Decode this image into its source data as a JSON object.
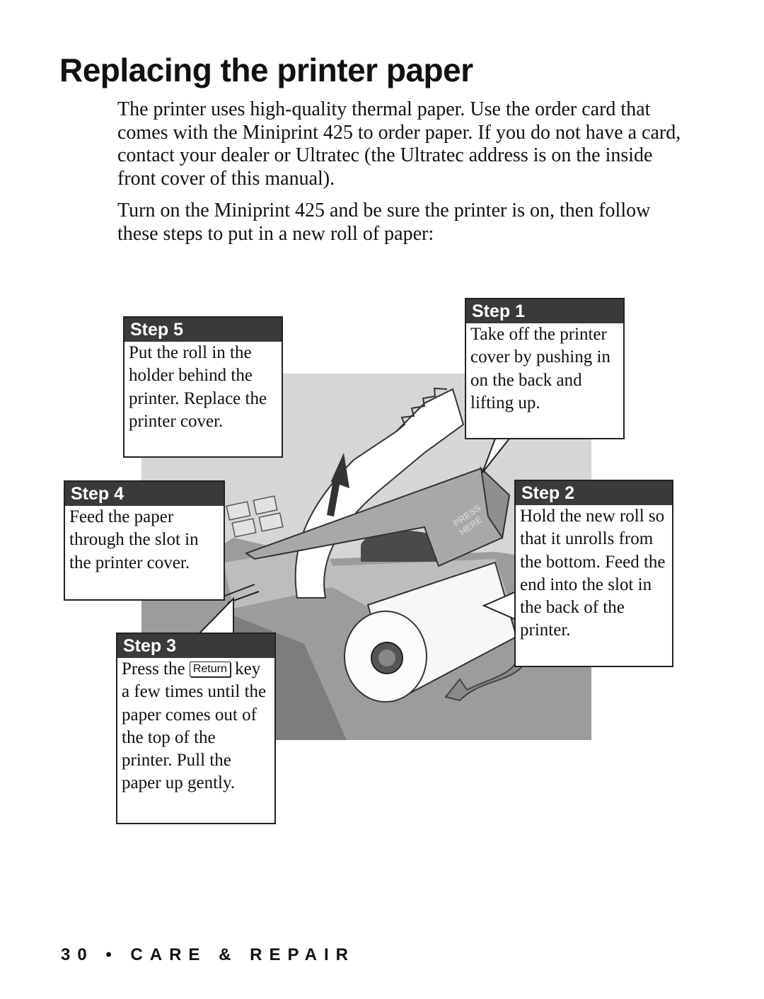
{
  "page": {
    "title": "Replacing the printer paper",
    "paragraphs": [
      "The printer uses high-quality thermal paper. Use the order card that comes with the Miniprint 425 to order paper. If you do not have a card, contact your dealer or Ultratec (the Ultratec address is on the inside front cover of this manual).",
      "Turn on the Miniprint 425 and be sure the printer is on, then follow these steps to put in a new roll of paper:"
    ],
    "footer": "30 • CARE & REPAIR"
  },
  "illustration": {
    "cover_label": "PRESS HERE",
    "colors": {
      "panel": "#d6d6d6",
      "dark": "#4a4a4a",
      "mid": "#9a9a9a",
      "header": "#3a3a3a"
    }
  },
  "steps": {
    "step1": {
      "heading": "Step 1",
      "text": "Take off the printer cover by pushing in on the back and lifting up."
    },
    "step2": {
      "heading": "Step 2",
      "text": "Hold the new roll so that it unrolls from the bottom. Feed the end into the slot in the back of the printer."
    },
    "step3": {
      "heading": "Step 3",
      "text_before": "Press the",
      "key": "Return",
      "text_after": "key a few times until the paper comes out of the top of the printer. Pull the paper up gently."
    },
    "step4": {
      "heading": "Step 4",
      "text": "Feed the paper through the slot in the printer cover."
    },
    "step5": {
      "heading": "Step 5",
      "text": "Put the roll in the holder behind the printer. Replace the printer cover."
    }
  }
}
